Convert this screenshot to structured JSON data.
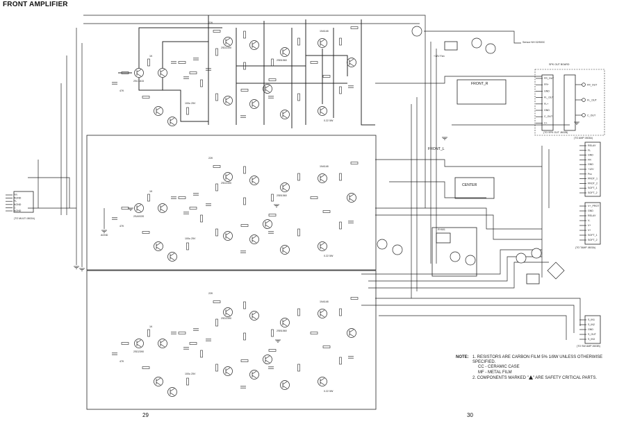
{
  "page": {
    "title": "FRONT AMPLIFIER",
    "page_left": "29",
    "page_right": "30"
  },
  "sections": {
    "front_r": "FRONT_R",
    "front_l": "FRONT_L",
    "center": "CENTER"
  },
  "connectors": {
    "spk_out_board": "SPK OUT BOARD",
    "to_multi": "(TO MULTI J602A)",
    "to_spk_out": "(TO SPK OUT J602B)",
    "to_amp": "(TO AMP J603A)",
    "to_tamp": "(TO TAMP J603A)",
    "to_sw_amp": "(TO SW AMP J603B)"
  },
  "spk_pins": [
    "FR_OUT",
    "FR+",
    "GND",
    "FL_OUT",
    "FL+",
    "GND",
    "C_OUT",
    "C+"
  ],
  "spk_out_labels": [
    "FR_OUT",
    "FL_OUT",
    "C_OUT"
  ],
  "amp_pins": [
    "RELAY",
    "FL",
    "GND",
    "FR",
    "GND",
    "+12V",
    "Pcc",
    "PROT_1",
    "PROT_2",
    "SOFT_1",
    "SOFT_2"
  ],
  "input_pins": [
    "FR",
    "AGND",
    "FL",
    "AGND",
    "C",
    "AGND"
  ],
  "tamp_pins": [
    "V+_PROT",
    "GND",
    "RELAY",
    "V-",
    "V+",
    "V+",
    "SOFT_1",
    "SOFT_2"
  ],
  "sw_pins": [
    "S_IN1",
    "S_IN2",
    "GND",
    "S_OUT",
    "S_IN3"
  ],
  "notes": {
    "lead": "NOTE:",
    "n1": "1. RESISTORS ARE CARBON FILM 5% 1/8W UNLESS OTHERWISE SPECIFIED.",
    "n1a": "CC - CERAMIC CASE",
    "n1b": "MF - METAL FILM",
    "n2a": "2. COMPONENTS MARKED \"",
    "n2b": "\" ARE SAFETY CRITICAL PARTS."
  },
  "labels": {
    "fan": "+12V Fan",
    "sensor": "Sensor NH 02/500C",
    "agnd": "AGND",
    "relay": "RY601",
    "transistor_a": "2SC1815",
    "transistor_b": "2SA933S",
    "transistor_c": "2SD2390",
    "transistor_d": "2SB1560",
    "diode": "1N4148",
    "resistor_1k": "1K",
    "resistor_22k": "22K",
    "resistor_47k": "47K",
    "cap_100u": "100u 25V",
    "r_22": "0.22 5W"
  }
}
